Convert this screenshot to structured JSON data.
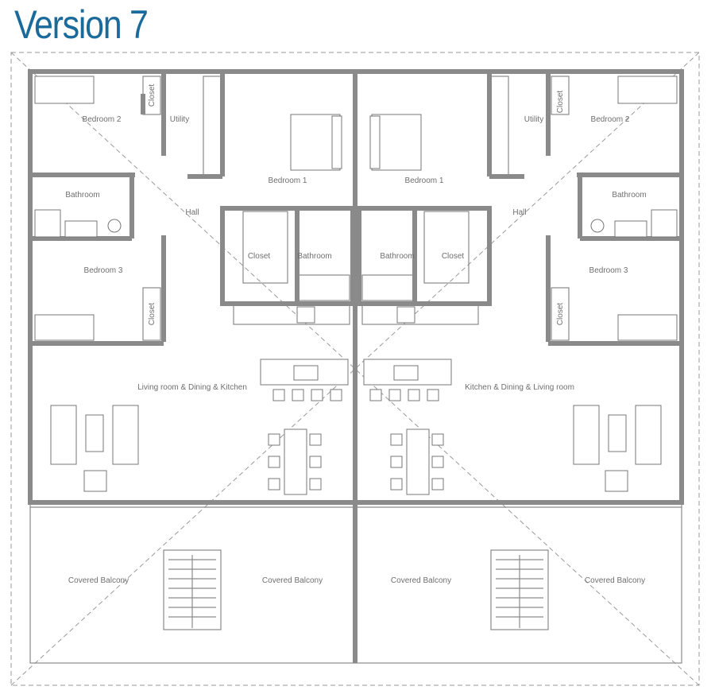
{
  "title": "Version 7",
  "rooms": {
    "left_bedroom2": "Bedroom 2",
    "left_closet_top": "Closet",
    "left_utility": "Utility",
    "left_bedroom1": "Bedroom 1",
    "left_bathroom": "Bathroom",
    "left_hall": "Hall",
    "left_bedroom3": "Bedroom 3",
    "left_closet_mid": "Closet",
    "left_bathroom_center": "Bathroom",
    "left_closet_side": "Closet",
    "left_living": "Living room & Dining & Kitchen",
    "left_balcony_a": "Covered Balcony",
    "left_balcony_b": "Covered Balcony",
    "right_bedroom1": "Bedroom 1",
    "right_utility": "Utility",
    "right_closet_top": "Closet",
    "right_bedroom2": "Bedroom 2",
    "right_hall": "Hall",
    "right_bathroom": "Bathroom",
    "right_bathroom_center": "Bathroom",
    "right_closet_mid": "Closet",
    "right_bedroom3": "Bedroom 3",
    "right_closet_side": "Closet",
    "right_living": "Kitchen & Dining & Living room",
    "right_balcony_a": "Covered Balcony",
    "right_balcony_b": "Covered Balcony"
  },
  "colors": {
    "title": "#1b6a9c",
    "wall": "#8a8a8a",
    "label": "#6f6f6f"
  }
}
